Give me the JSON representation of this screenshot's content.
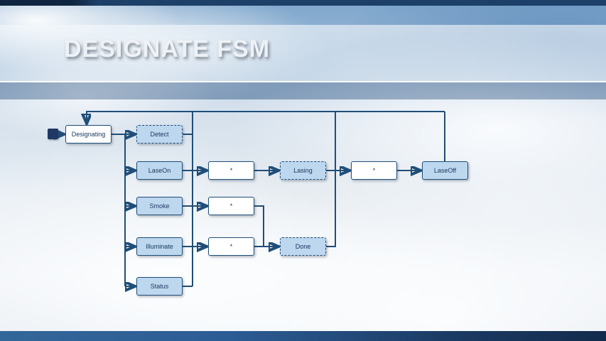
{
  "title": {
    "text": "DESIGNATE FSM"
  },
  "diagram": {
    "type": "fsm",
    "states": [
      {
        "id": "designating",
        "label": "Designating",
        "style": "solid-white"
      },
      {
        "id": "detect",
        "label": "Detect",
        "style": "dashed-blue"
      },
      {
        "id": "laseon",
        "label": "LaseOn",
        "style": "solid-blue"
      },
      {
        "id": "smoke",
        "label": "Smoke",
        "style": "solid-blue"
      },
      {
        "id": "illuminate",
        "label": "Illuminate",
        "style": "solid-blue"
      },
      {
        "id": "status",
        "label": "Status",
        "style": "solid-blue"
      },
      {
        "id": "star-laseon",
        "label": "*",
        "style": "solid-white"
      },
      {
        "id": "star-smoke",
        "label": "*",
        "style": "solid-white"
      },
      {
        "id": "star-illuminate",
        "label": "*",
        "style": "solid-white"
      },
      {
        "id": "lasing",
        "label": "Lasing",
        "style": "dashed-blue"
      },
      {
        "id": "done",
        "label": "Done",
        "style": "dashed-blue"
      },
      {
        "id": "star-lasing",
        "label": "*",
        "style": "solid-white"
      },
      {
        "id": "laseoff",
        "label": "LaseOff",
        "style": "solid-blue"
      }
    ],
    "transitions": [
      {
        "from": "start",
        "to": "Designating"
      },
      {
        "from": "Designating",
        "to": "Detect"
      },
      {
        "from": "Designating",
        "to": "LaseOn"
      },
      {
        "from": "Designating",
        "to": "Smoke"
      },
      {
        "from": "Designating",
        "to": "Illuminate"
      },
      {
        "from": "Designating",
        "to": "Status"
      },
      {
        "from": "LaseOn",
        "to": "*"
      },
      {
        "from": "* (LaseOn)",
        "to": "Lasing"
      },
      {
        "from": "Lasing",
        "to": "*"
      },
      {
        "from": "* (Lasing)",
        "to": "LaseOff"
      },
      {
        "from": "Smoke",
        "to": "*"
      },
      {
        "from": "Illuminate",
        "to": "*"
      },
      {
        "from": "* (Smoke)",
        "to": "Done"
      },
      {
        "from": "* (Illuminate)",
        "to": "Done"
      },
      {
        "from": "Detect",
        "to": "Designating"
      },
      {
        "from": "Status",
        "to": "Designating"
      },
      {
        "from": "Done",
        "to": "Designating"
      },
      {
        "from": "LaseOff",
        "to": "Designating"
      }
    ],
    "colors": {
      "connector": "#1F4E79",
      "state_fill": "#BDD7EE",
      "state_border": "#1F4E79",
      "wildcard_fill": "#FFFFFF",
      "label_text": "#17375E",
      "initial_marker_fill": "#1F3864"
    }
  },
  "theme": {
    "top_bar": "#1D4068",
    "bottom_bar": "#2C5C94",
    "title_text": "#EEF2F6"
  }
}
